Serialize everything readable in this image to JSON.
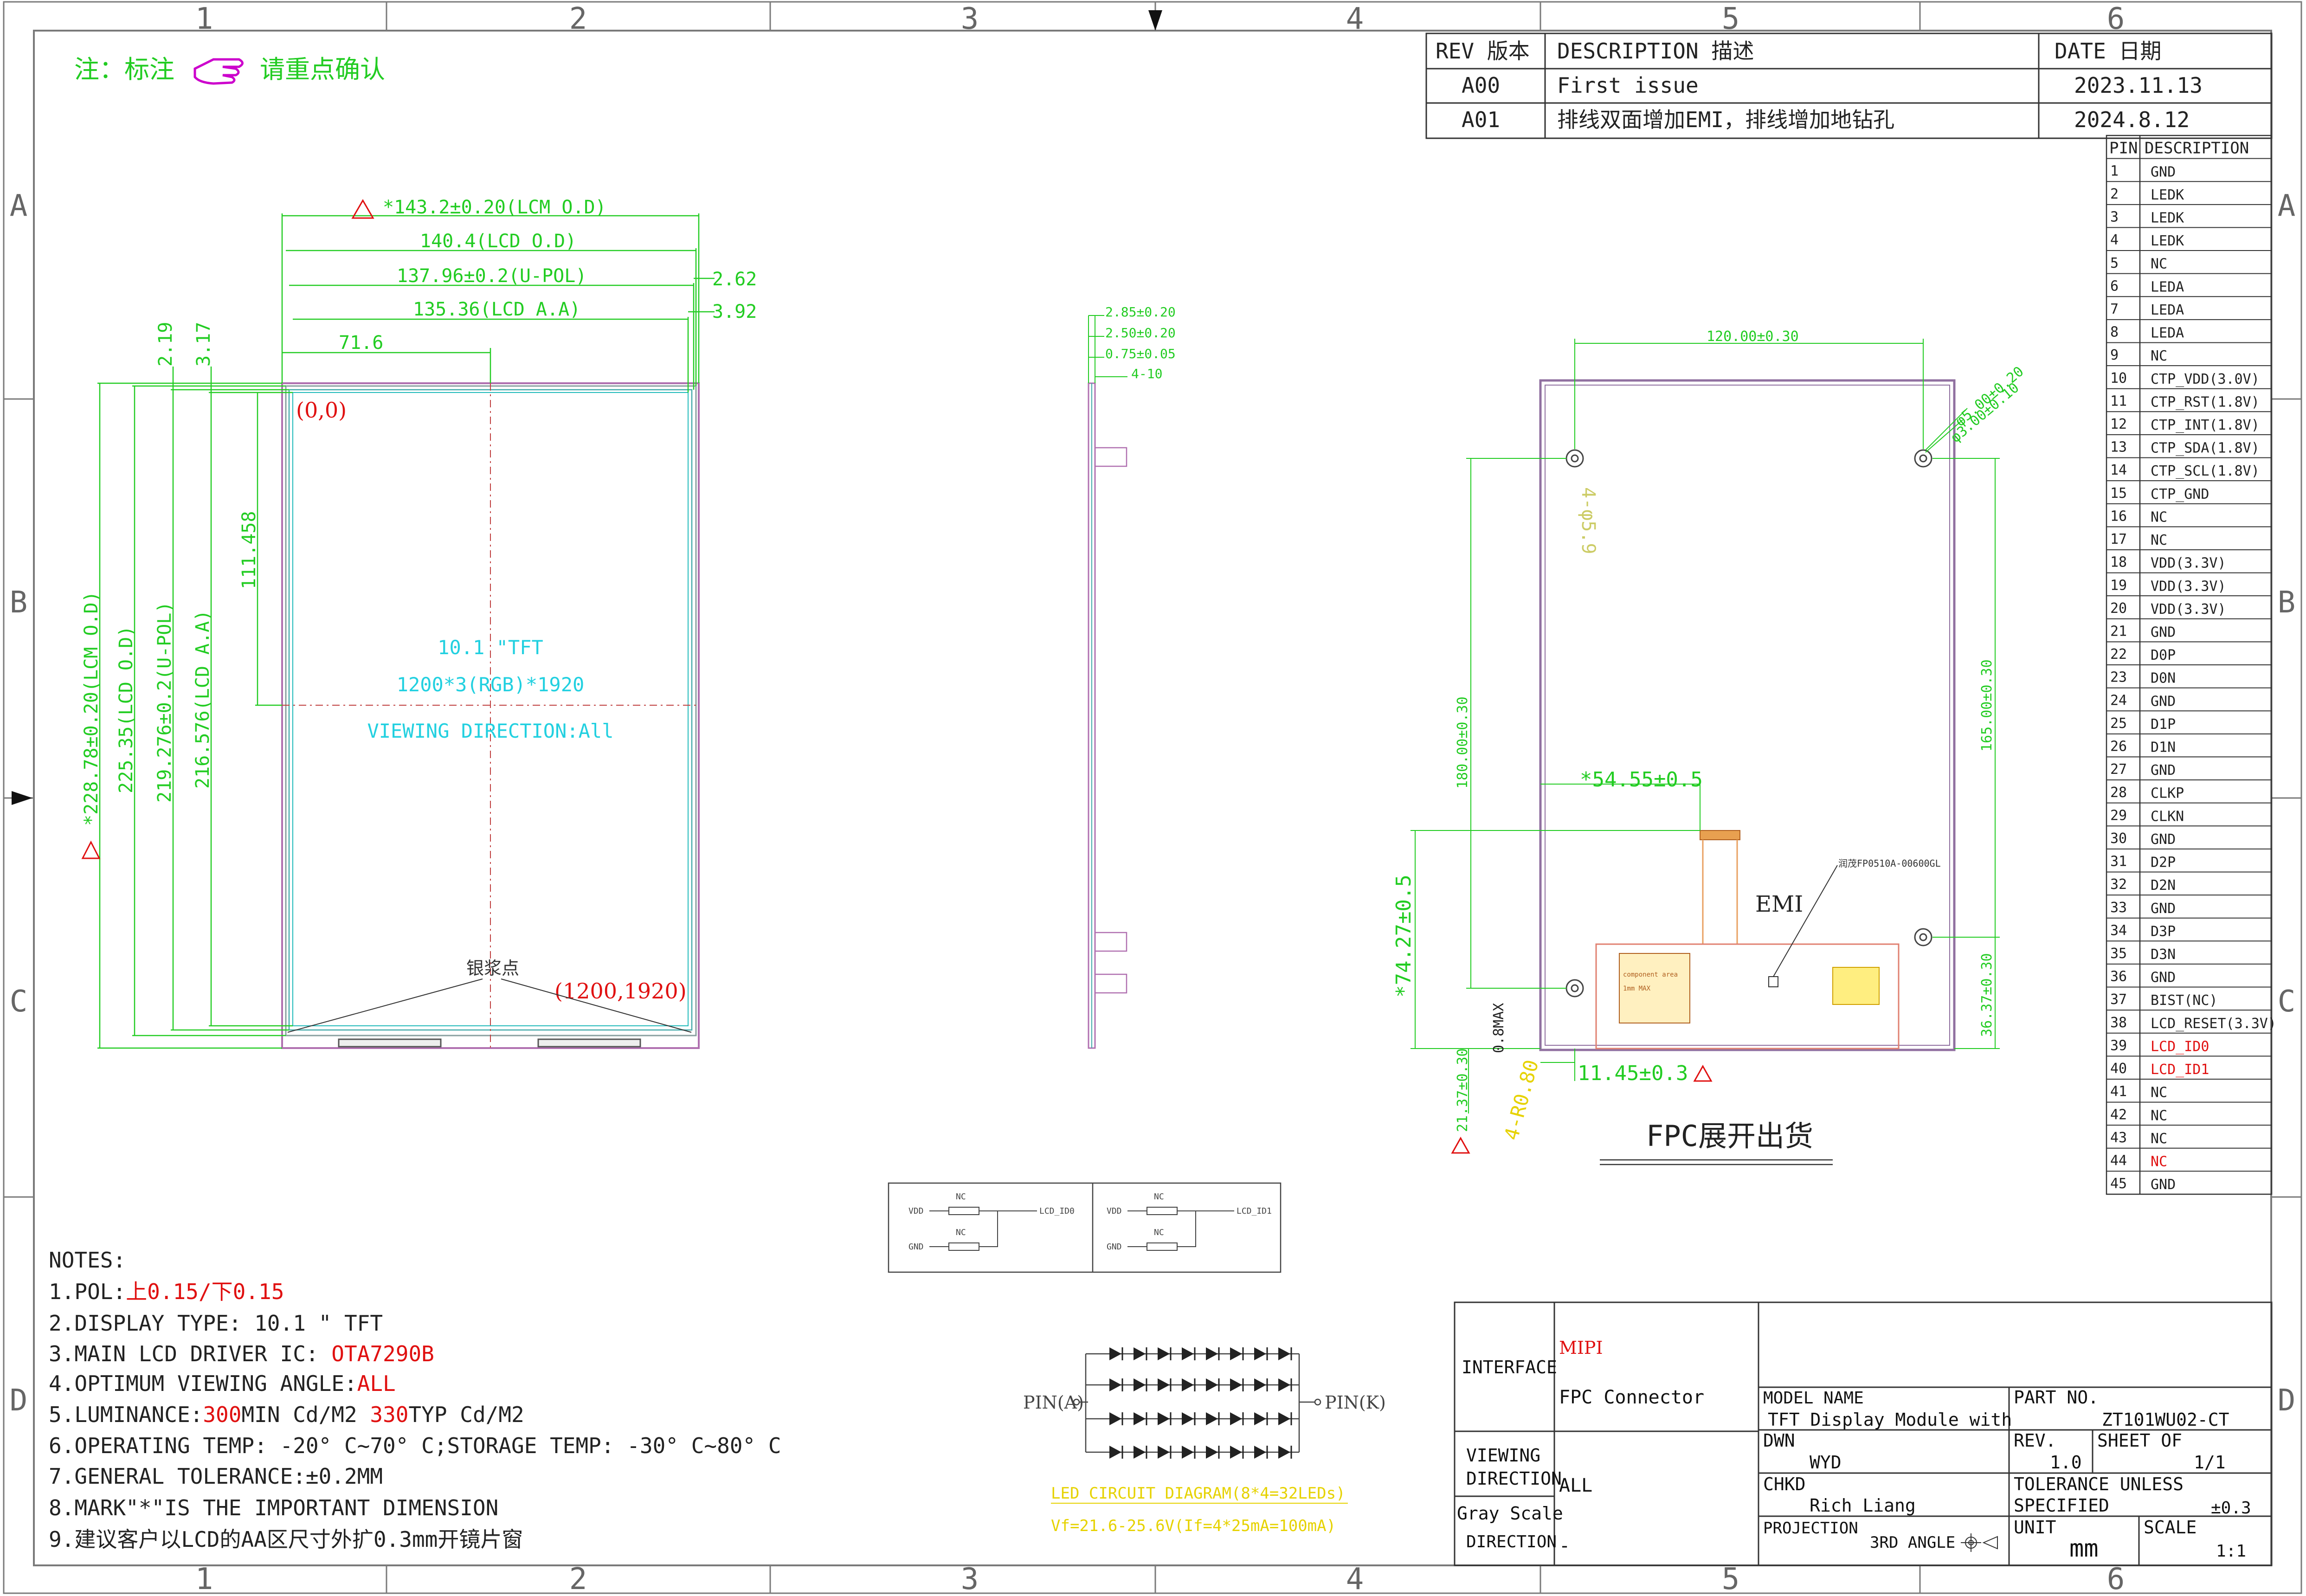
{
  "frame": {
    "columns": [
      "1",
      "2",
      "3",
      "4",
      "5",
      "6"
    ],
    "rows": [
      "A",
      "B",
      "C",
      "D"
    ]
  },
  "header_note": {
    "text": "注：标注",
    "suffix": "请重点确认",
    "pointer_icon": "pointing-hand-icon"
  },
  "revision_table": {
    "headers": [
      "REV 版本",
      "DESCRIPTION 描述",
      "DATE 日期"
    ],
    "rows": [
      [
        "A00",
        "First issue",
        "2023.11.13"
      ],
      [
        "A01",
        "排线双面增加EMI，排线增加地钻孔",
        "2024.8.12"
      ]
    ]
  },
  "pin_table": {
    "headers": [
      "PIN",
      "DESCRIPTION"
    ],
    "rows": [
      [
        "1",
        "GND"
      ],
      [
        "2",
        "LEDK"
      ],
      [
        "3",
        "LEDK"
      ],
      [
        "4",
        "LEDK"
      ],
      [
        "5",
        "NC"
      ],
      [
        "6",
        "LEDA"
      ],
      [
        "7",
        "LEDA"
      ],
      [
        "8",
        "LEDA"
      ],
      [
        "9",
        "NC"
      ],
      [
        "10",
        "CTP_VDD(3.0V)"
      ],
      [
        "11",
        "CTP_RST(1.8V)"
      ],
      [
        "12",
        "CTP_INT(1.8V)"
      ],
      [
        "13",
        "CTP_SDA(1.8V)"
      ],
      [
        "14",
        "CTP_SCL(1.8V)"
      ],
      [
        "15",
        "CTP_GND"
      ],
      [
        "16",
        "NC"
      ],
      [
        "17",
        "NC"
      ],
      [
        "18",
        "VDD(3.3V)"
      ],
      [
        "19",
        "VDD(3.3V)"
      ],
      [
        "20",
        "VDD(3.3V)"
      ],
      [
        "21",
        "GND"
      ],
      [
        "22",
        "D0P"
      ],
      [
        "23",
        "D0N"
      ],
      [
        "24",
        "GND"
      ],
      [
        "25",
        "D1P"
      ],
      [
        "26",
        "D1N"
      ],
      [
        "27",
        "GND"
      ],
      [
        "28",
        "CLKP"
      ],
      [
        "29",
        "CLKN"
      ],
      [
        "30",
        "GND"
      ],
      [
        "31",
        "D2P"
      ],
      [
        "32",
        "D2N"
      ],
      [
        "33",
        "GND"
      ],
      [
        "34",
        "D3P"
      ],
      [
        "35",
        "D3N"
      ],
      [
        "36",
        "GND"
      ],
      [
        "37",
        "BIST(NC)"
      ],
      [
        "38",
        "LCD_RESET(3.3V)"
      ],
      [
        "39",
        "LCD_ID0"
      ],
      [
        "40",
        "LCD_ID1"
      ],
      [
        "41",
        "NC"
      ],
      [
        "42",
        "NC"
      ],
      [
        "43",
        "NC"
      ],
      [
        "44",
        "NC"
      ],
      [
        "45",
        "GND"
      ]
    ],
    "highlight_rows": [
      "39",
      "40",
      "44"
    ]
  },
  "front_view": {
    "dimensions_h": [
      "*143.2±0.20(LCM O.D)",
      "140.4(LCD O.D)",
      "137.96±0.2(U-POL)",
      "135.36(LCD A.A)",
      "71.6"
    ],
    "side_dims": [
      "2.62",
      "3.92"
    ],
    "dimensions_v": [
      "*228.78±0.20(LCM O.D)",
      "225.35(LCD O.D)",
      "219.276±0.2(U-POL)",
      "216.576(LCD A.A)",
      "111.458"
    ],
    "small_v": [
      "2.19",
      "3.17"
    ],
    "origin_label": "(0,0)",
    "end_label": "(1200,1920)",
    "silver_label": "银浆点",
    "center_text": [
      "10.1 \"TFT",
      "1200*3(RGB)*1920",
      "VIEWING DIRECTION:All"
    ]
  },
  "side_view": {
    "dims": [
      "2.85±0.20",
      "2.50±0.20",
      "0.75±0.05",
      "4-10"
    ]
  },
  "back_view": {
    "dims": [
      "120.00±0.30",
      "4-φ5.9",
      "φ5.00±0.20",
      "φ3.00±0.10",
      "180.00±0.30",
      "165.00±0.30",
      "36.37±0.30",
      "*54.55±0.5",
      "*74.27±0.5",
      "0.8MAX",
      "21.37±0.30",
      "11.45±0.3",
      "4-R0.80"
    ],
    "emi_label": "EMI",
    "part_label": "润茂FP0510A-00600GL",
    "component_area": [
      "component area",
      "1mm MAX"
    ],
    "caption": "FPC展开出货"
  },
  "id_circuits": [
    {
      "vdd": "VDD",
      "gnd": "GND",
      "nc1": "NC",
      "nc2": "NC",
      "out": "LCD_ID0"
    },
    {
      "vdd": "VDD",
      "gnd": "GND",
      "nc1": "NC",
      "nc2": "NC",
      "out": "LCD_ID1"
    }
  ],
  "led_diagram": {
    "pin_a": "PIN(A)",
    "pin_k": "PIN(K)",
    "title": "LED CIRCUIT DIAGRAM(8*4=32LEDs)",
    "spec": "Vf=21.6-25.6V(If=4*25mA=100mA)"
  },
  "notes": {
    "title": "NOTES:",
    "items": [
      {
        "text": "1.POL:",
        "red": "上0.15/下0.15",
        "rest": ""
      },
      {
        "text": "2.DISPLAY TYPE:  10.1 \" TFT",
        "red": "",
        "rest": ""
      },
      {
        "text": "3.MAIN LCD DRIVER IC: ",
        "red": "OTA7290B",
        "rest": ""
      },
      {
        "text": "4.OPTIMUM VIEWING ANGLE:",
        "red": "ALL",
        "rest": ""
      },
      {
        "text": "5.LUMINANCE:",
        "red": "300",
        "rest": "MIN Cd/M2 ",
        "red2": "330",
        "rest2": "TYP Cd/M2"
      },
      {
        "text": "6.OPERATING TEMP: -20° C~70° C;STORAGE TEMP: -30° C~80° C",
        "red": "",
        "rest": ""
      },
      {
        "text": "7.GENERAL TOLERANCE:±0.2MM",
        "red": "",
        "rest": ""
      },
      {
        "text": "8.MARK\"*\"IS THE IMPORTANT DIMENSION",
        "red": "",
        "rest": ""
      },
      {
        "text": "9.建议客户以LCD的AA区尺寸外扩0.3mm开镜片窗",
        "red": "",
        "rest": ""
      }
    ]
  },
  "title_block": {
    "interface_label": "INTERFACE",
    "interface_value": "MIPI",
    "connector": "FPC Connector",
    "viewing_label": "VIEWING\nDIRECTION",
    "viewing_value": "ALL",
    "grayscale_label": "Gray Scale",
    "grayscale_dir": "DIRECTION",
    "grayscale_value": "-",
    "model_name_label": "MODEL NAME",
    "model_name": "TFT Display Module with",
    "part_no_label": "PART NO.",
    "part_no": "ZT101WU02-CT",
    "dwn_label": "DWN",
    "dwn": "WYD",
    "rev_label": "REV.",
    "rev": "1.0",
    "sheet_label": "SHEET OF",
    "sheet": "1/1",
    "chkd_label": "CHKD",
    "chkd": "Rich Liang",
    "tolerance_label": "TOLERANCE UNLESS",
    "tolerance_label2": "SPECIFIED",
    "tolerance": "±0.3",
    "projection_label": "PROJECTION",
    "projection": "3RD ANGLE",
    "unit_label": "UNIT",
    "unit": "mm",
    "scale_label": "SCALE",
    "scale": "1:1"
  },
  "colors": {
    "dim_green": "#22cc22",
    "red": "#e01010",
    "cyan": "#22d0e0",
    "yellow": "#e6d200",
    "magenta": "#b060b0",
    "frame": "#7a7a7a",
    "dark": "#222222"
  }
}
